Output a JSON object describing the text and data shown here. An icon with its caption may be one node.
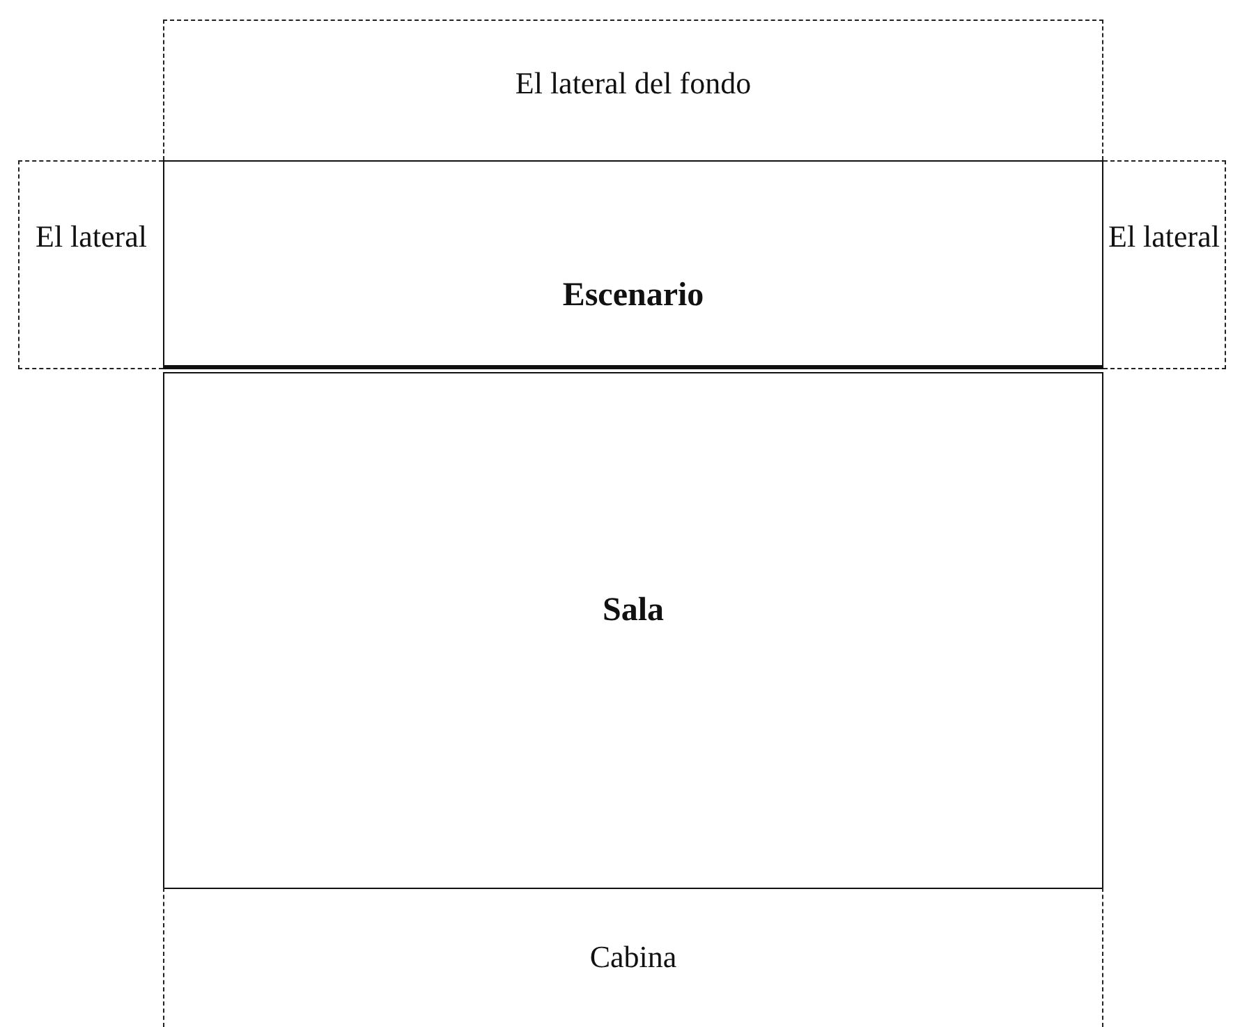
{
  "diagram": {
    "nodes": [
      {
        "text": [
          "El lateral del fondo"
        ]
      },
      {
        "text": [
          "El lateral"
        ]
      },
      {
        "text": [
          "Escenario"
        ]
      },
      {
        "text": [
          "El lateral"
        ]
      },
      {
        "text": [
          "Sala"
        ]
      },
      {
        "text": [
          "Cabina"
        ]
      }
    ]
  }
}
